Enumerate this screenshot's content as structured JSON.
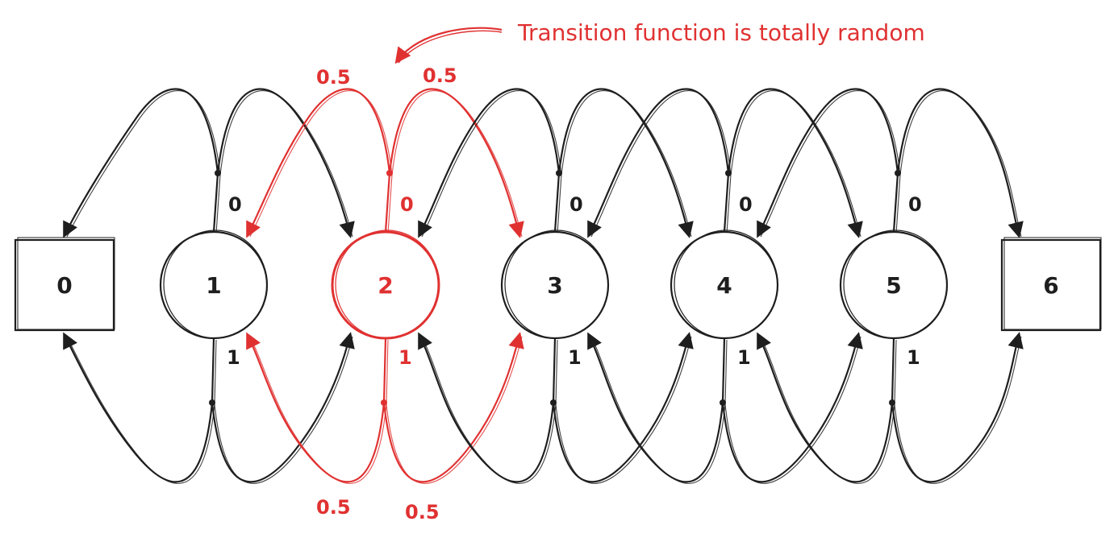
{
  "annotation": {
    "text": "Transition function is totally random",
    "color": "#e03131"
  },
  "colors": {
    "ink": "#1e1e1e",
    "highlight": "#e03131"
  },
  "states": [
    {
      "label": "0",
      "shape": "square",
      "highlighted": false
    },
    {
      "label": "1",
      "shape": "circle",
      "highlighted": false
    },
    {
      "label": "2",
      "shape": "circle",
      "highlighted": true
    },
    {
      "label": "3",
      "shape": "circle",
      "highlighted": false
    },
    {
      "label": "4",
      "shape": "circle",
      "highlighted": false
    },
    {
      "label": "5",
      "shape": "circle",
      "highlighted": false
    },
    {
      "label": "6",
      "shape": "square",
      "highlighted": false
    }
  ],
  "action_labels": {
    "up": "0",
    "down": "1"
  },
  "highlight_probabilities": {
    "up_left": "0.5",
    "up_right": "0.5",
    "down_left": "0.5",
    "down_right": "0.5"
  }
}
